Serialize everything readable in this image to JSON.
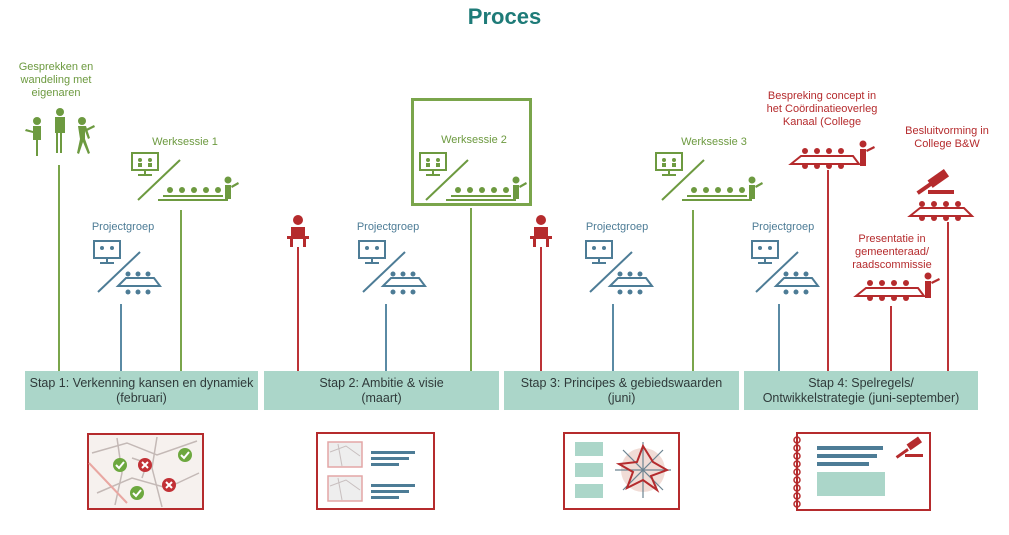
{
  "title": "Proces",
  "activities": {
    "gesprekken": "Gesprekken en wandeling met eigenaren",
    "werksessie1": "Werksessie 1",
    "werksessie2": "Werksessie 2",
    "werksessie3": "Werksessie 3",
    "projectgroep1": "Projectgroep",
    "projectgroep2": "Projectgroep",
    "projectgroep3": "Projectgroep",
    "projectgroep4": "Projectgroep",
    "bespreking": "Bespreking concept in het Coördinatieoverleg Kanaal (College",
    "besluitvorming": "Besluitvorming in College B&W",
    "presentatie": "Presentatie in gemeenteraad/ raadscommissie"
  },
  "stages": [
    {
      "line1": "Stap 1: Verkenning kansen en dynamiek",
      "line2": "(februari)"
    },
    {
      "line1": "Stap 2: Ambitie & visie",
      "line2": "(maart)"
    },
    {
      "line1": "Stap 3: Principes & gebiedswaarden",
      "line2": "(juni)"
    },
    {
      "line1": "Stap 4: Spelregels/",
      "line2": "Ontwikkelstrategie (juni-september)"
    }
  ],
  "colors": {
    "title": "#1e7b78",
    "green": "#6d9a40",
    "blue": "#4d7c96",
    "red": "#b52b2d",
    "stage_bar": "#abd6c9"
  }
}
